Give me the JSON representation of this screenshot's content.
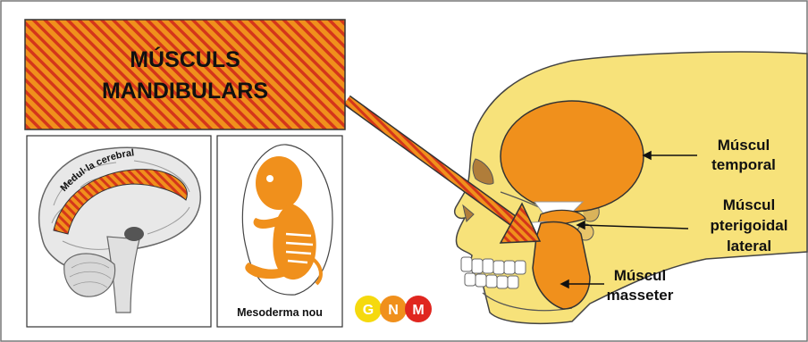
{
  "title": {
    "line1": "MÚSCULS",
    "line2": "MANDIBULARS"
  },
  "brain_panel": {
    "region_label": "Medul·la cerebral"
  },
  "embryo_panel": {
    "caption": "Mesoderma nou"
  },
  "labels": {
    "temporal": [
      "Múscul",
      "temporal"
    ],
    "pterygoid": [
      "Múscul",
      "pterigoidal",
      "lateral"
    ],
    "masseter": [
      "Múscul",
      "masseter"
    ]
  },
  "logo": {
    "letters": [
      "G",
      "N",
      "M"
    ]
  },
  "colors": {
    "orange": "#f0901c",
    "hatch": "#d4361a",
    "skull": "#f7e27a",
    "skull_stroke": "#444444"
  }
}
